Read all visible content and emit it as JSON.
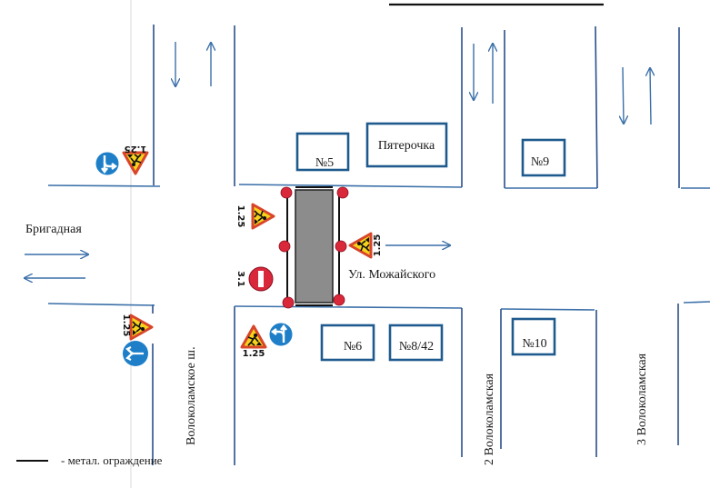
{
  "title": {
    "text": "",
    "underline_visible": true
  },
  "streets": {
    "brigadnaya": "Бригадная",
    "volokolamskoe": "Волоколамское ш.",
    "mozhayskogo": "Ул. Можайского",
    "volokolamskaya_2": "2 Волоколамская",
    "volokolamskaya_3": "3 Волоколамская"
  },
  "buildings": [
    {
      "id": "b5",
      "label": "№5"
    },
    {
      "id": "pyaterochka",
      "label": "Пятерочка"
    },
    {
      "id": "b9",
      "label": "№9"
    },
    {
      "id": "b6",
      "label": "№6"
    },
    {
      "id": "b842",
      "label": "№8/42"
    },
    {
      "id": "b10",
      "label": "№10"
    }
  ],
  "signs": {
    "road_works_code": "1.25",
    "no_entry_code": "3.1",
    "road_works_name": "road-works-sign",
    "no_entry_name": "no-entry-sign",
    "direction_name": "direction-sign"
  },
  "work_zone": {
    "fill_color": "#8c8c8c",
    "lamp_color": "#d8283a",
    "lamps_count": 6
  },
  "legend": {
    "fence_label": "- метал. ограждение"
  },
  "colors": {
    "road_lines": "#2a4f8a",
    "buildings_outline": "#1f5a8e",
    "sign_blue": "#1e7fc8",
    "sign_red": "#d8283a",
    "sign_yellow": "#f6d21a"
  }
}
